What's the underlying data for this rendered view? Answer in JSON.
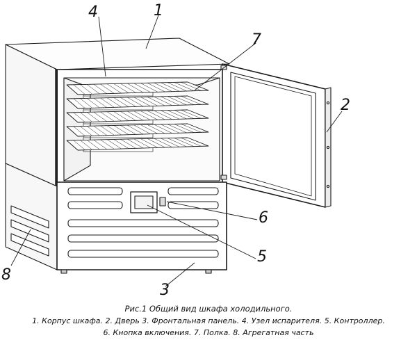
{
  "figure": {
    "title": "Рис.1 Общий вид шкафа холодильного.",
    "legend_line1": "1. Корпус шкафа. 2. Дверь 3. Фронтальная панель. 4. Узел испарителя. 5. Контроллер.",
    "legend_line2": "6. Кнопка включения. 7. Полка. 8. Агрегатная часть"
  },
  "callouts": {
    "n1": "1",
    "n2": "2",
    "n3": "3",
    "n4": "4",
    "n5": "5",
    "n6": "6",
    "n7": "7",
    "n8": "8"
  }
}
